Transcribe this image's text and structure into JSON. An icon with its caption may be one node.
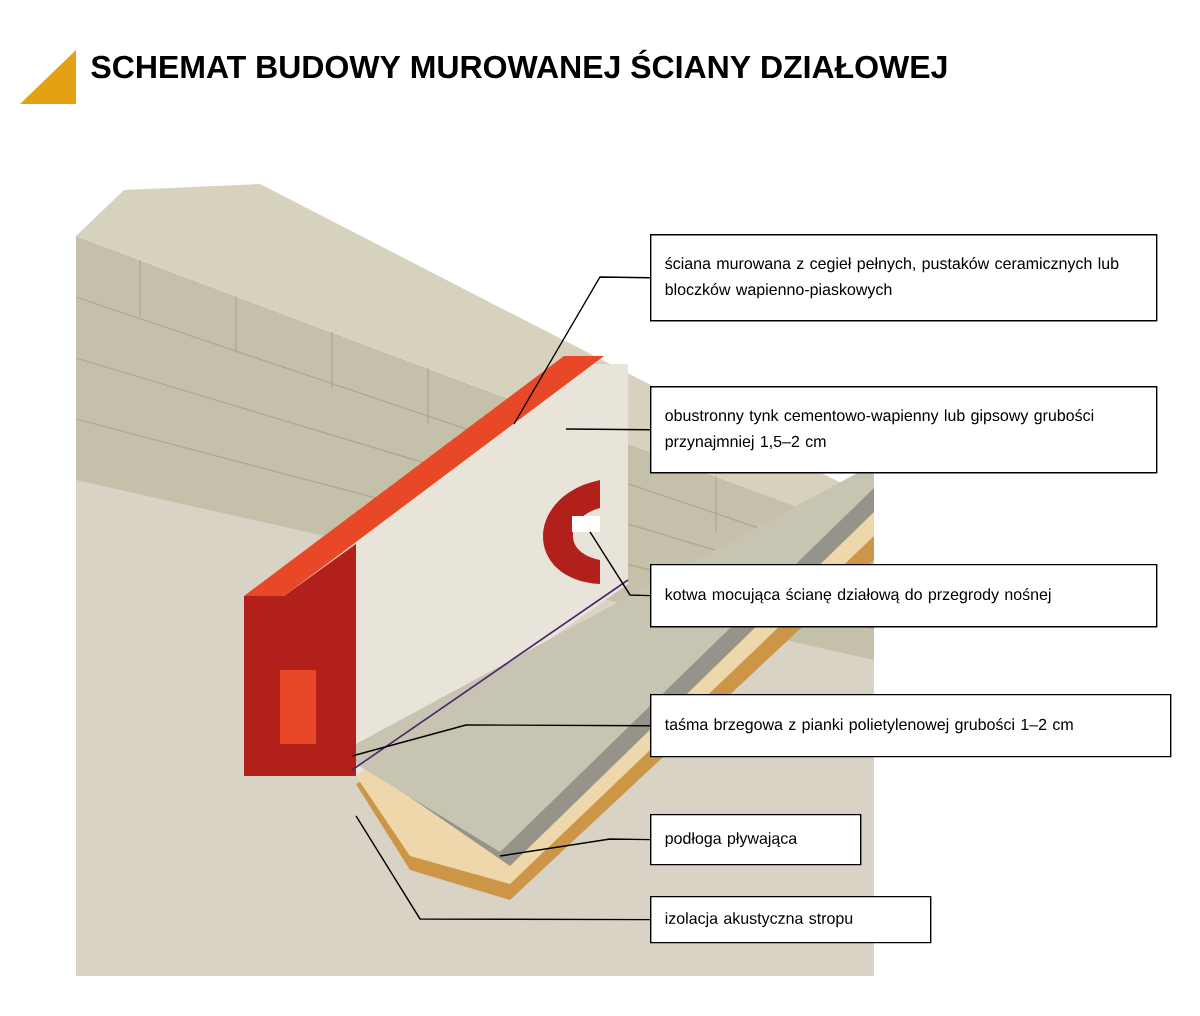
{
  "diagram": {
    "title": "SCHEMAT BUDOWY MUROWANEJ ŚCIANY DZIAŁOWEJ",
    "nodes": [
      {
        "text": [
          "ściana murowana z cegieł pełnych, pustaków ceramicznych lub bloczków wapienno-piaskowych"
        ]
      },
      {
        "text": [
          "obustronny tynk cementowo-wapienny lub gipsowy grubości przynajmniej 1,5–2 cm"
        ]
      },
      {
        "text": [
          "kotwa mocująca ścianę działową do przegrody nośnej"
        ]
      },
      {
        "text": [
          "taśma brzegowa z pianki polietylenowej grubości 1–2 cm"
        ]
      },
      {
        "text": [
          "podłoga pływająca"
        ]
      },
      {
        "text": [
          "izolacja akustyczna stropu"
        ]
      }
    ],
    "edges": [
      {
        "from": 0,
        "to": null,
        "arrow": "none"
      },
      {
        "from": 1,
        "to": null,
        "arrow": "none"
      },
      {
        "from": 2,
        "to": null,
        "arrow": "none"
      },
      {
        "from": 3,
        "to": null,
        "arrow": "none"
      },
      {
        "from": 4,
        "to": null,
        "arrow": "none"
      },
      {
        "from": 5,
        "to": null,
        "arrow": "none"
      }
    ]
  }
}
